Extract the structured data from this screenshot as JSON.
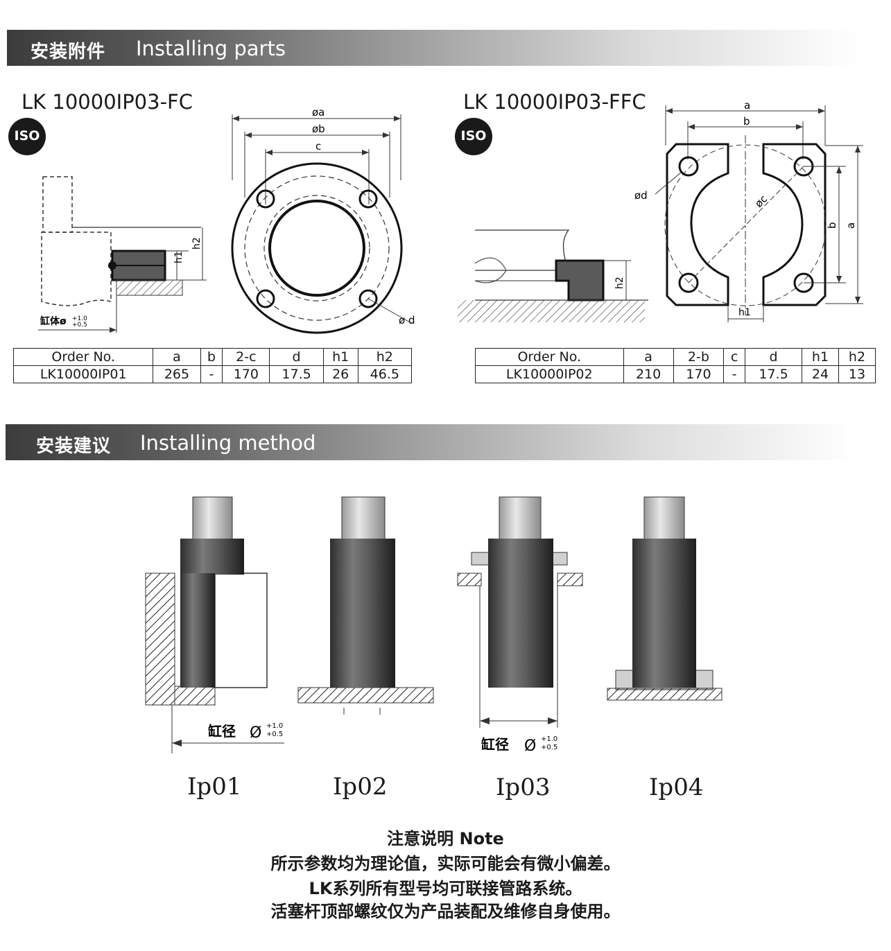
{
  "section1": {
    "title_cn": "安装附件",
    "title_en": "Installing parts"
  },
  "section2": {
    "title_cn": "安装建议",
    "title_en": "Installing method"
  },
  "left_part": {
    "model": "LK 10000IP03-FC",
    "iso": "ISO",
    "dim_labels": {
      "a": "øa",
      "b": "øb",
      "c": "c",
      "d": "ø d",
      "h1": "h1",
      "h2": "h2",
      "bore": "缸体ø",
      "tol_hi": "+1.0",
      "tol_lo": "+0.5"
    },
    "table": {
      "headers": [
        "Order No.",
        "a",
        "b",
        "2-c",
        "d",
        "h1",
        "h2"
      ],
      "row": [
        "LK10000IP01",
        "265",
        "-",
        "170",
        "17.5",
        "26",
        "46.5"
      ]
    }
  },
  "right_part": {
    "model": "LK 10000IP03-FFC",
    "iso": "ISO",
    "dim_labels": {
      "a": "a",
      "b": "b",
      "c": "øc",
      "d": "ød",
      "h1": "h1",
      "h2": "h2"
    },
    "table": {
      "headers": [
        "Order No.",
        "a",
        "2-b",
        "c",
        "d",
        "h1",
        "h2"
      ],
      "row": [
        "LK10000IP02",
        "210",
        "170",
        "-",
        "17.5",
        "24",
        "13"
      ]
    }
  },
  "methods": {
    "bore_label": "缸径",
    "tol_hi": "+1.0",
    "tol_lo": "+0.5",
    "captions": [
      "Ip01",
      "Ip02",
      "Ip03",
      "Ip04"
    ]
  },
  "note": {
    "title": "注意说明 Note",
    "lines": [
      "所示参数均为理论值，实际可能会有微小偏差。",
      "LK系列所有型号均可联接管路系统。",
      "活塞杆顶部螺纹仅为产品装配及维修自身使用。"
    ]
  }
}
